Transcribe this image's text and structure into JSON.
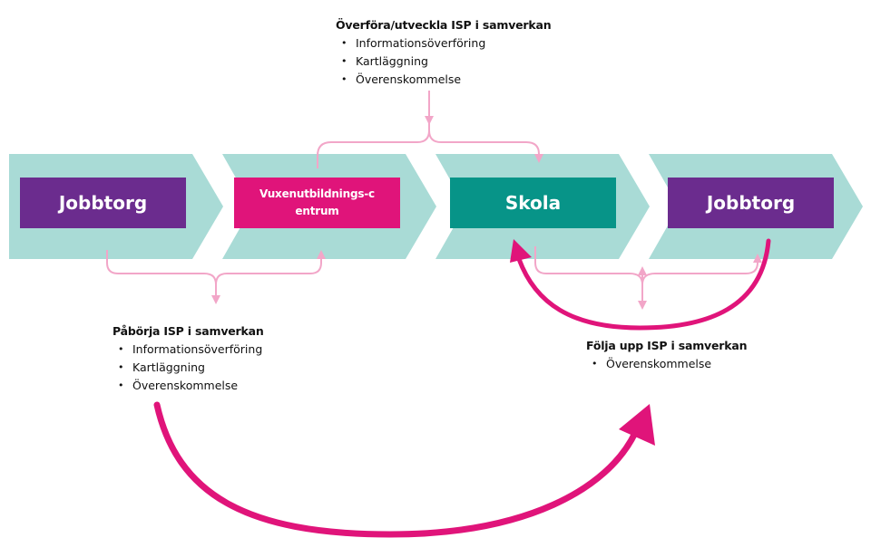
{
  "colors": {
    "chevron": "#a9dbd6",
    "purple": "#6b2c8e",
    "magenta": "#e0147a",
    "teal": "#079488",
    "light_pink": "#f2a6c8",
    "dark_pink": "#e0147a"
  },
  "stages": [
    {
      "label": "Jobbtorg"
    },
    {
      "label": "Vuxenutbildnings-centrum"
    },
    {
      "label": "Skola"
    },
    {
      "label": "Jobbtorg"
    }
  ],
  "notes": {
    "top": {
      "title": "Överföra/utveckla ISP i samverkan",
      "items": [
        "Informationsöverföring",
        "Kartläggning",
        "Överenskommelse"
      ]
    },
    "left": {
      "title": "Påbörja ISP i samverkan",
      "items": [
        "Informationsöverföring",
        "Kartläggning",
        "Överenskommelse"
      ]
    },
    "right": {
      "title": "Följa upp ISP i samverkan",
      "items": [
        "Överenskommelse"
      ]
    }
  }
}
